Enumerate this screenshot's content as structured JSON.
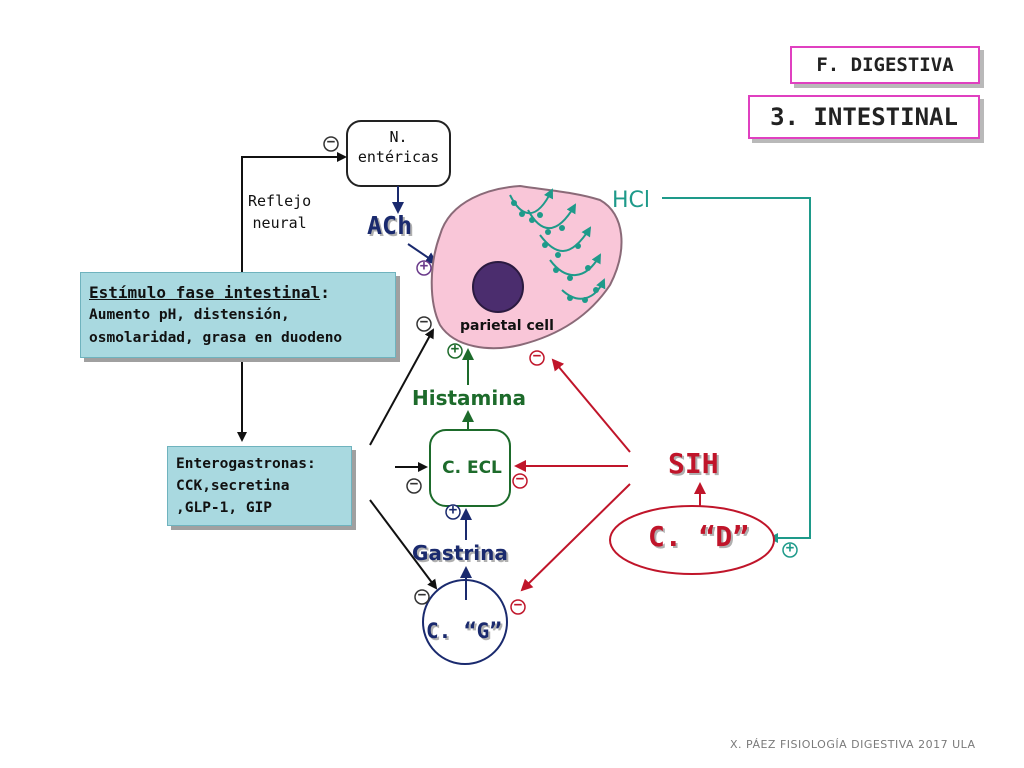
{
  "header": {
    "section_tag": "F. DIGESTIVA",
    "phase_tag": "3. INTESTINAL"
  },
  "stimulus": {
    "title": "Estímulo fase intestinal",
    "title_suffix": ":",
    "lines": [
      "Aumento pH, distensión,",
      "osmolaridad, grasa en duodeno"
    ]
  },
  "enterogastrones": {
    "lines": [
      "Enterogastronas:",
      "CCK,secretina",
      ",GLP-1, GIP"
    ]
  },
  "labels": {
    "enteric_line1": "N.",
    "enteric_line2": "entéricas",
    "reflex_line1": "Reflejo",
    "reflex_line2": "neural",
    "ach": "ACh",
    "hcl": "HCl",
    "parietal": "parietal cell",
    "histamine": "Histamina",
    "ecl": "C. ECL",
    "sih": "SIH",
    "d_cell": "C. “D”",
    "gastrin": "Gastrina",
    "g_cell": "C. “G”"
  },
  "signs": {
    "plus": "+",
    "minus": "−"
  },
  "footer": "X. PÁEZ   FISIOLOGÍA DIGESTIVA 2017   ULA",
  "colors": {
    "tag_border": "#e040c0",
    "stimulus_box": "#a9d9e0",
    "parietal_fill": "#f9c6d8",
    "nucleus": "#4b2d6e",
    "teal": "#1e9a8a",
    "red": "#c0152a",
    "green": "#1d6b2b",
    "navy": "#1a2a6e"
  }
}
